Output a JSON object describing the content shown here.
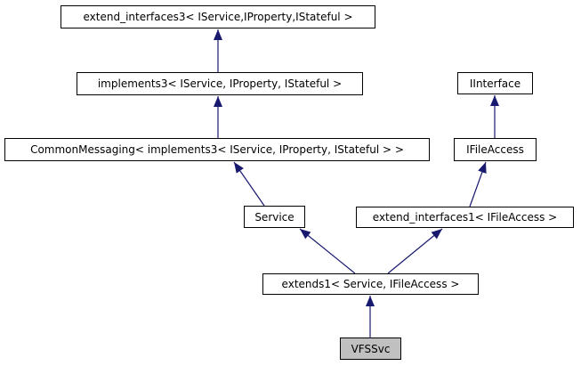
{
  "diagram": {
    "type": "class-inheritance-graph",
    "background": "#ffffff",
    "colors": {
      "arrow": "#191970",
      "node_border": "#000000",
      "node_fill": "#ffffff",
      "focus_node_fill": "#c0c0c0",
      "text": "#000000"
    },
    "nodes": [
      {
        "id": "extend_interfaces3",
        "label": "extend_interfaces3< IService,IProperty,IStateful >",
        "focus": false
      },
      {
        "id": "implements3",
        "label": "implements3< IService, IProperty, IStateful >",
        "focus": false
      },
      {
        "id": "CommonMessaging",
        "label": "CommonMessaging< implements3< IService, IProperty, IStateful > >",
        "focus": false
      },
      {
        "id": "IInterface",
        "label": "IInterface",
        "focus": false
      },
      {
        "id": "IFileAccess",
        "label": "IFileAccess",
        "focus": false
      },
      {
        "id": "Service",
        "label": "Service",
        "focus": false
      },
      {
        "id": "extend_interfaces1",
        "label": "extend_interfaces1< IFileAccess >",
        "focus": false
      },
      {
        "id": "extends1",
        "label": "extends1< Service, IFileAccess >",
        "focus": false
      },
      {
        "id": "VFSSvc",
        "label": "VFSSvc",
        "focus": true
      }
    ],
    "edges": [
      {
        "from": "implements3",
        "to": "extend_interfaces3"
      },
      {
        "from": "CommonMessaging",
        "to": "implements3"
      },
      {
        "from": "Service",
        "to": "CommonMessaging"
      },
      {
        "from": "IFileAccess",
        "to": "IInterface"
      },
      {
        "from": "extend_interfaces1",
        "to": "IFileAccess"
      },
      {
        "from": "extends1",
        "to": "Service"
      },
      {
        "from": "extends1",
        "to": "extend_interfaces1"
      },
      {
        "from": "VFSSvc",
        "to": "extends1"
      }
    ]
  }
}
